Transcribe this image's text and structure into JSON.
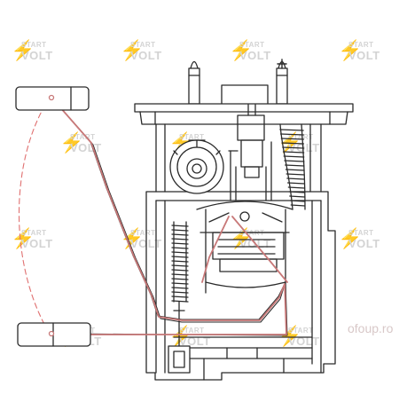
{
  "watermark": {
    "line1": "START",
    "line2": "VOLT"
  },
  "site_text": "ofoup.ro",
  "colors": {
    "line": "#2a2a2a",
    "float_arm": "#c87878",
    "float_path": "#e07070",
    "watermark": "#d3d3d3"
  },
  "icons": {
    "positive_terminal": "plus-icon",
    "watermark_logo": "bolt-icon"
  }
}
